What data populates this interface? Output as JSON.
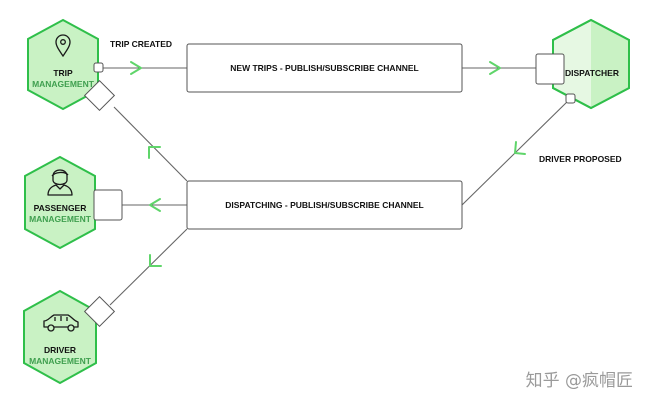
{
  "colors": {
    "hex_fill": "#c9f2c4",
    "hex_stroke": "#2fbf4a",
    "hex_light": "#e6f8e3",
    "channel_stroke": "#555555",
    "line": "#666666",
    "arrow": "#5fd56a",
    "text": "#111111",
    "subtext": "#3f9f4f"
  },
  "services": {
    "trip": {
      "title": "TRIP",
      "subtitle": "MANAGEMENT",
      "icon": "map-pin-icon"
    },
    "passenger": {
      "title": "PASSENGER",
      "subtitle": "MANAGEMENT",
      "icon": "person-icon"
    },
    "driver": {
      "title": "DRIVER",
      "subtitle": "MANAGEMENT",
      "icon": "car-icon"
    },
    "dispatcher": {
      "title": "DISPATCHER"
    }
  },
  "channels": {
    "new_trips": "NEW TRIPS - PUBLISH/SUBSCRIBE CHANNEL",
    "dispatching": "DISPATCHING - PUBLISH/SUBSCRIBE CHANNEL"
  },
  "edges": {
    "trip_created": "TRIP CREATED",
    "driver_proposed": "DRIVER PROPOSED"
  },
  "watermark": "知乎 @疯帽匠"
}
